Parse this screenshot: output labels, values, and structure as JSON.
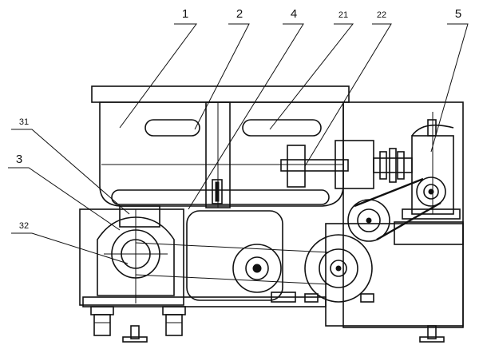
{
  "callouts": [
    {
      "id": "c1",
      "text": "1"
    },
    {
      "id": "c2",
      "text": "2"
    },
    {
      "id": "c4",
      "text": "4"
    },
    {
      "id": "c21",
      "text": "21"
    },
    {
      "id": "c22",
      "text": "22"
    },
    {
      "id": "c5",
      "text": "5"
    },
    {
      "id": "c31",
      "text": "31"
    },
    {
      "id": "c3",
      "text": "3"
    },
    {
      "id": "c32",
      "text": "32"
    }
  ]
}
